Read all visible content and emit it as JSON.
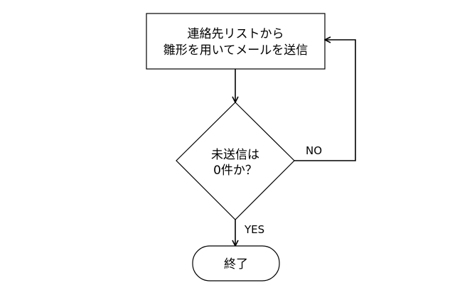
{
  "diagram": {
    "process_node": {
      "line1": "連絡先リストから",
      "line2": "雛形を用いてメールを送信"
    },
    "decision_node": {
      "line1": "未送信は",
      "line2": "0件か？"
    },
    "end_node": {
      "label": "終了"
    },
    "edges": {
      "no_label": "NO",
      "yes_label": "YES"
    },
    "colors": {
      "stroke": "#000000",
      "fill": "#ffffff"
    }
  }
}
